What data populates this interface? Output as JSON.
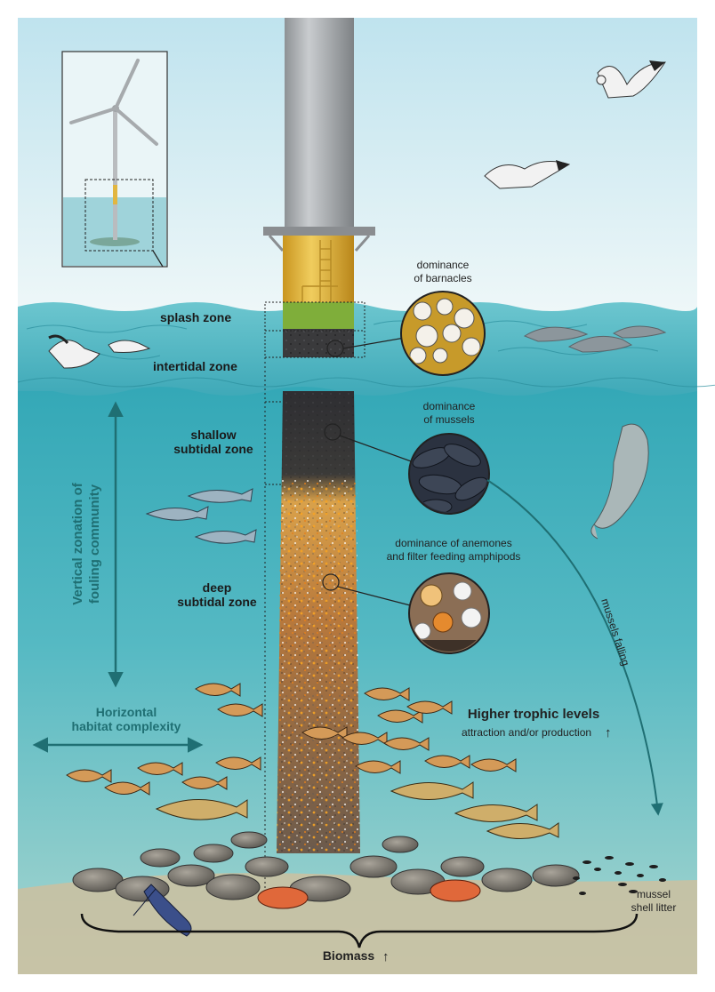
{
  "zones": {
    "splash": "splash zone",
    "intertidal": "intertidal zone",
    "shallow_1": "shallow",
    "shallow_2": "subtidal zone",
    "deep_1": "deep",
    "deep_2": "subtidal zone"
  },
  "callouts": {
    "barnacles_1": "dominance",
    "barnacles_2": "of barnacles",
    "mussels_1": "dominance",
    "mussels_2": "of mussels",
    "anemones_1": "dominance of anemones",
    "anemones_2": "and filter feeding amphipods"
  },
  "axes": {
    "vertical_1": "Vertical zonation of",
    "vertical_2": "fouling community",
    "horizontal_1": "Horizontal",
    "horizontal_2": "habitat complexity"
  },
  "trophic": {
    "title": "Higher trophic levels",
    "subtitle": "attraction and/or production",
    "arrow": "↑"
  },
  "mussel_flow": {
    "falling": "mussels falling",
    "litter_1": "mussel",
    "litter_2": "shell litter"
  },
  "biomass": {
    "label": "Biomass",
    "arrow": "↑"
  },
  "colors": {
    "sky": "#d9eef4",
    "sea_surface": "#4db5c2",
    "sea_deep": "#2f9fb0",
    "teal_text": "#1f6f73",
    "tower_grey": "#a8abae",
    "tower_yellow": "#e0b53e",
    "fouling_orange": "#e98a1d",
    "seabed": "#c9c0a8"
  }
}
